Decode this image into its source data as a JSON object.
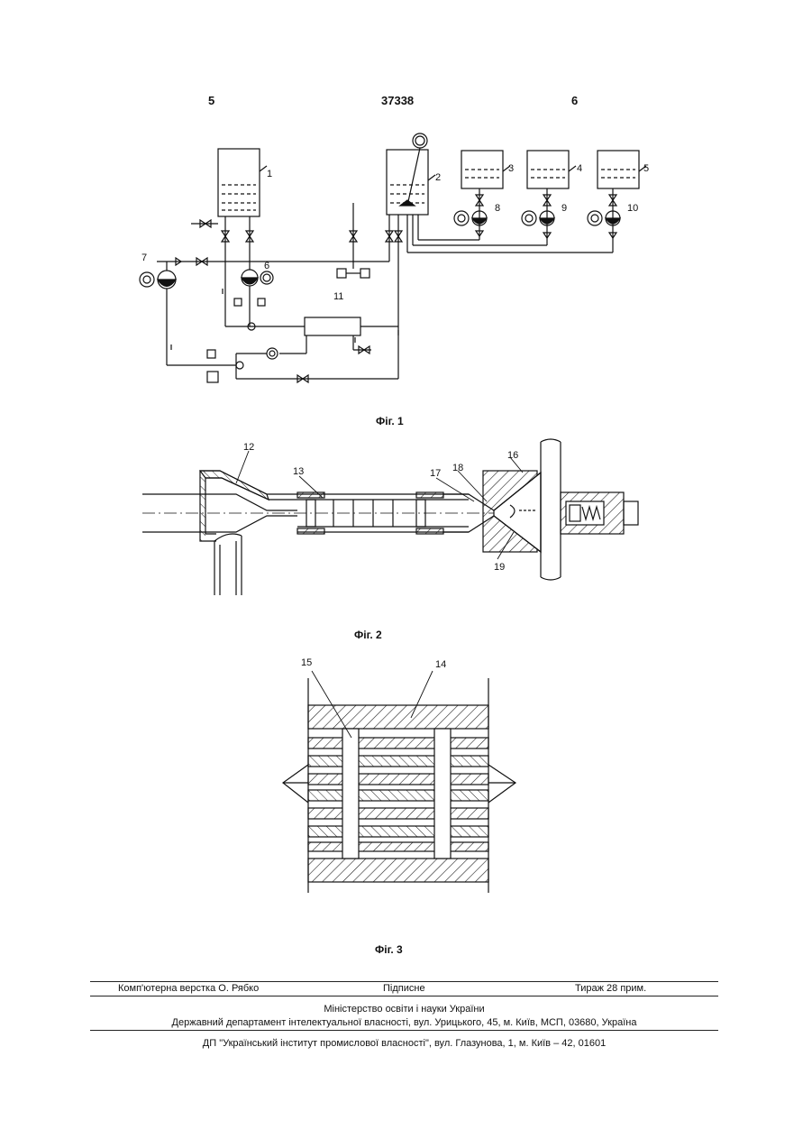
{
  "header": {
    "left_page": "5",
    "patent_number": "37338",
    "right_page": "6"
  },
  "fig1": {
    "caption": "Фіг. 1",
    "labels": [
      "1",
      "2",
      "3",
      "4",
      "5",
      "6",
      "7",
      "8",
      "9",
      "10",
      "11"
    ]
  },
  "fig2": {
    "caption": "Фіг. 2",
    "labels": [
      "12",
      "13",
      "16",
      "17",
      "18",
      "19"
    ]
  },
  "fig3": {
    "caption": "Фіг. 3",
    "labels": [
      "15",
      "14"
    ]
  },
  "imprint": {
    "layout": "Комп'ютерна верстка О. Рябко",
    "signed": "Підписне",
    "circulation": "Тираж 28 прим.",
    "ministry": "Міністерство освіти і науки України",
    "department": "Державний департамент інтелектуальної власності, вул. Урицького, 45, м. Київ, МСП, 03680, Україна",
    "institute": "ДП \"Український інститут промислової власності\", вул. Глазунова, 1, м. Київ – 42, 01601"
  }
}
